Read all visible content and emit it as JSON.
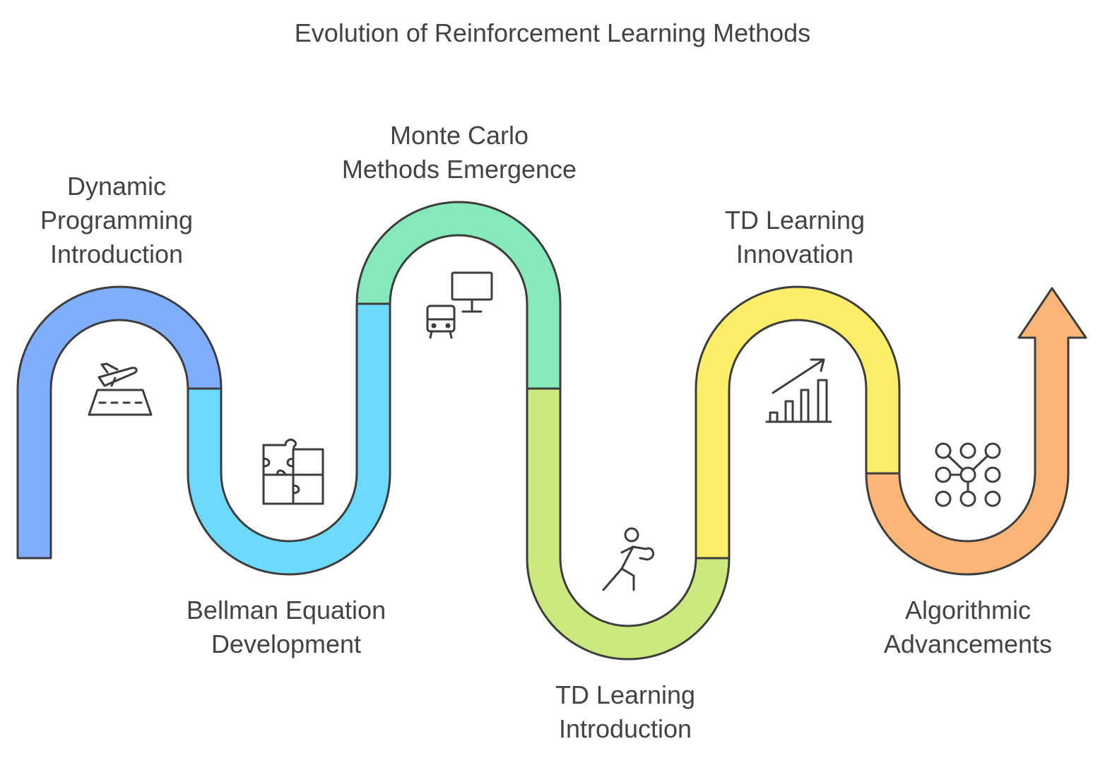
{
  "title": "Evolution of Reinforcement Learning Methods",
  "stages": [
    {
      "lines": [
        "Dynamic",
        "Programming",
        "Introduction"
      ],
      "color": "#7eaefc",
      "icon": "runway-takeoff-icon"
    },
    {
      "lines": [
        "Bellman Equation",
        "Development"
      ],
      "color": "#6dd9fd",
      "icon": "puzzle-icon"
    },
    {
      "lines": [
        "Monte Carlo",
        "Methods Emergence"
      ],
      "color": "#86e9b9",
      "icon": "computer-and-train-icon"
    },
    {
      "lines": [
        "TD Learning",
        "Introduction"
      ],
      "color": "#cbe97e",
      "icon": "person-running-icon"
    },
    {
      "lines": [
        "TD Learning",
        "Innovation"
      ],
      "color": "#fdee6a",
      "icon": "growth-chart-icon"
    },
    {
      "lines": [
        "Algorithmic",
        "Advancements"
      ],
      "color": "#fbb677",
      "icon": "node-network-icon"
    }
  ],
  "stroke_color": "#3d3d3d"
}
